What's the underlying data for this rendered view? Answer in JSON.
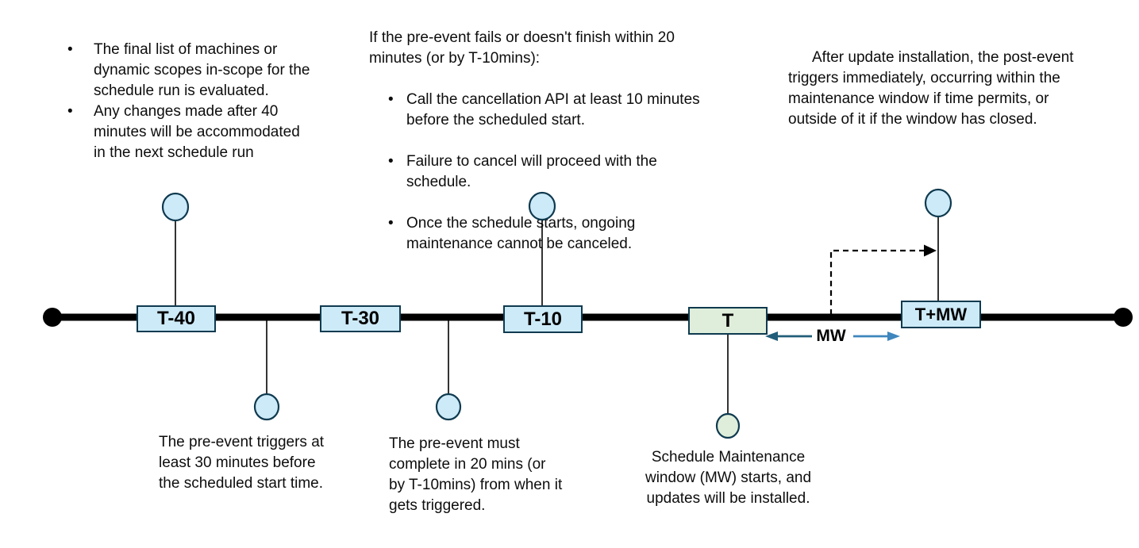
{
  "glyphs": {
    "bullet": "•"
  },
  "colors": {
    "light_blue_fill": "#cdeaf8",
    "green_fill": "#dfeedb",
    "outline_dark": "#0f3a4f",
    "timeline_black": "#000000",
    "mw_arrow_left": "#215d78",
    "mw_arrow_right": "#3e86bd"
  },
  "notes": {
    "scope_evaluation": {
      "bullets": [
        "The final list of machines or\ndynamic scopes in-scope for the\nschedule run is evaluated.",
        "Any changes made after 40\nminutes will be accommodated\nin the next schedule run"
      ]
    },
    "pre_event_failure": {
      "intro": "If the pre-event fails or doesn't finish within 20\nminutes (or by T-10mins):",
      "bullets": [
        "Call the cancellation API at least 10 minutes\nbefore the scheduled start.",
        "Failure to cancel will proceed with the\nschedule.",
        "Once the schedule starts, ongoing\nmaintenance cannot be canceled."
      ]
    },
    "post_event": "After update installation, the post-event\ntriggers immediately, occurring within the\nmaintenance window if time permits, or\noutside of it if the window has closed.",
    "pre_event_trigger": "The pre-event triggers at\nleast 30 minutes before\nthe scheduled start time.",
    "pre_event_complete": "The pre-event must\ncomplete in 20 mins (or\nby T-10mins) from when it\ngets triggered.",
    "mw_start": "Schedule Maintenance\nwindow (MW) starts, and\nupdates will be installed."
  },
  "timeline": {
    "milestones": [
      {
        "label": "T-40"
      },
      {
        "label": "T-30"
      },
      {
        "label": "T-10"
      },
      {
        "label": "T"
      },
      {
        "label": "T+MW"
      }
    ],
    "mw_label": "MW"
  }
}
